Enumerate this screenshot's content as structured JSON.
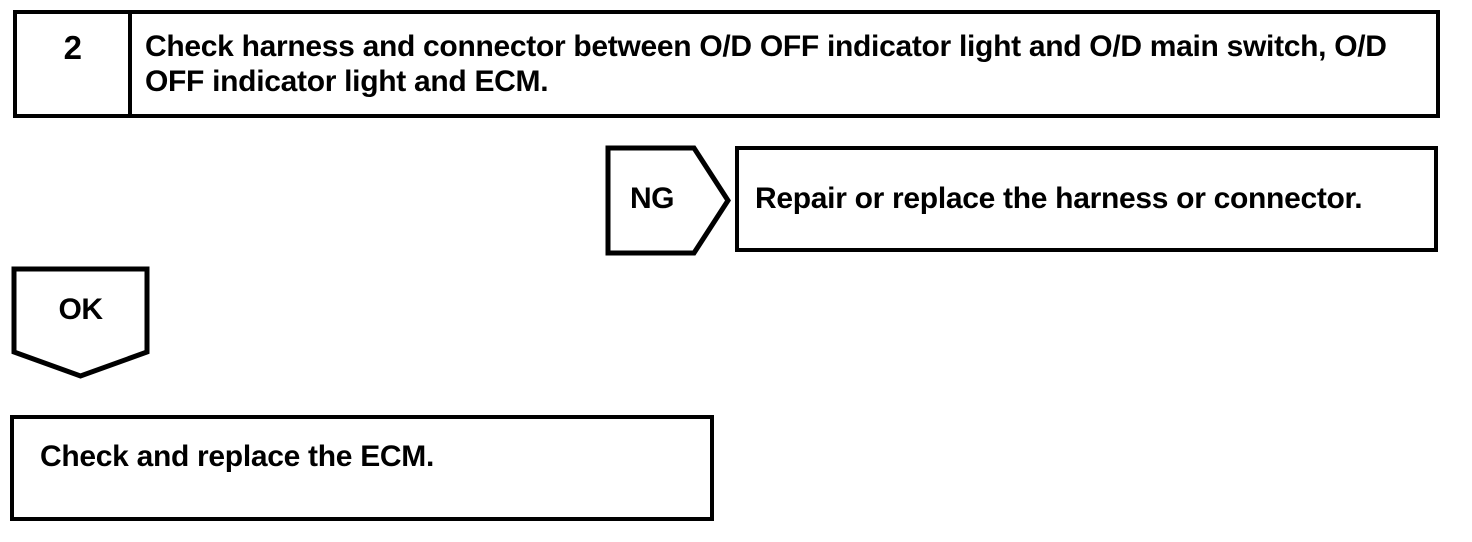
{
  "page": {
    "background_color": "#ffffff",
    "ink_color": "#000000"
  },
  "flowchart": {
    "step_box": {
      "step_number": "2",
      "instruction": "Check harness and connector between O/D OFF indicator light and O/D main switch, O/D OFF indicator light and ECM."
    },
    "ng_branch": {
      "connector_label": "NG",
      "result": "Repair or replace the harness or connector."
    },
    "ok_branch": {
      "connector_label": "OK",
      "result": "Check and replace the ECM."
    }
  }
}
